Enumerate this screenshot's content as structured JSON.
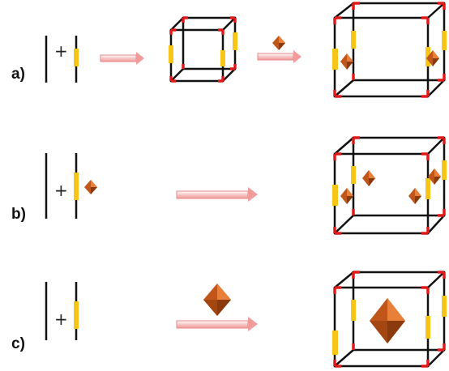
{
  "rows": [
    {
      "label": "a)",
      "plus": "+"
    },
    {
      "label": "b)",
      "plus": "+"
    },
    {
      "label": "c)",
      "plus": "+"
    }
  ],
  "colors": {
    "edge": "#111111",
    "node": "#e01818",
    "linker": "#f5c518",
    "guest_dark": "#8a3a0c",
    "guest_mid": "#c0561a",
    "guest_light": "#e8803a",
    "arrow_fill": "#fbd3d3",
    "arrow_edge": "#e58a8a"
  }
}
